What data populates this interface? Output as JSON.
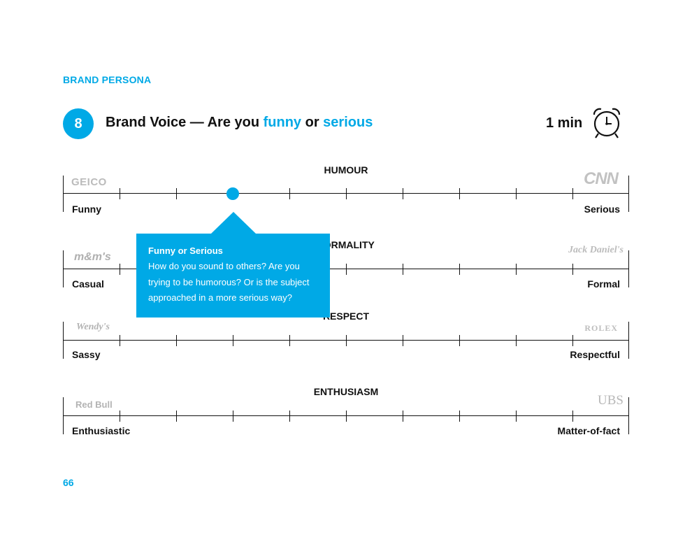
{
  "header": {
    "section_label": "BRAND PERSONA",
    "step_number": "8",
    "title_prefix": "Brand Voice — Are you ",
    "title_accent_1": "funny",
    "title_middle": " or ",
    "title_accent_2": "serious",
    "time": "1 min",
    "time_icon": "alarm-clock-icon"
  },
  "scales": [
    {
      "title": "HUMOUR",
      "left_label": "Funny",
      "right_label": "Serious",
      "left_logo": "GEICO",
      "right_logo": "CNN"
    },
    {
      "title": "FORMALITY",
      "left_label": "Casual",
      "right_label": "Formal",
      "left_logo": "m&m's",
      "right_logo": "Jack Daniel's"
    },
    {
      "title": "RESPECT",
      "left_label": "Sassy",
      "right_label": "Respectful",
      "left_logo": "Wendy's",
      "right_logo": "ROLEX"
    },
    {
      "title": "ENTHUSIASM",
      "left_label": "Enthusiastic",
      "right_label": "Matter-of-fact",
      "left_logo": "Red Bull",
      "right_logo": "UBS"
    }
  ],
  "marker": {
    "scale": "HUMOUR",
    "position_step": 3,
    "steps": 10
  },
  "tooltip": {
    "title": "Funny or Serious",
    "body": "How do you sound to others? Are you trying to be humorous? Or is the subject approached in a more serious way?"
  },
  "footer": {
    "page_number": "66"
  },
  "colors": {
    "accent": "#00a9e6",
    "text": "#111111",
    "logo_gray": "#b5b5b5"
  }
}
